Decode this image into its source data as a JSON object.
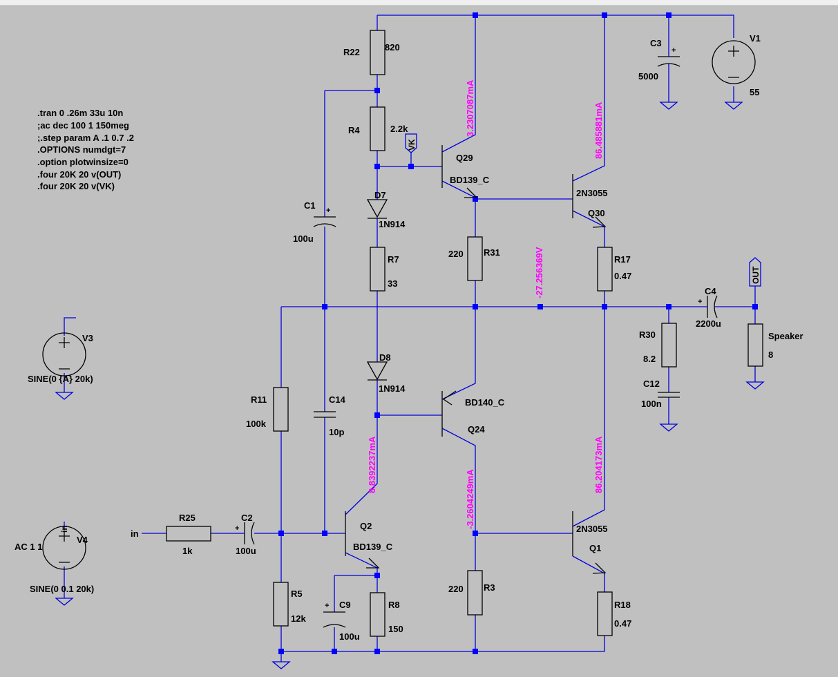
{
  "directives": [
    ".tran 0 .26m 33u 10n",
    ";ac dec 100 1 150meg",
    ";.step param A .1 0.7 .2",
    ".OPTIONS numdgt=7",
    ".option plotwinsize=0",
    ".four 20K 20 v(OUT)",
    ".four 20K 20 v(VK)"
  ],
  "components": {
    "R22": {
      "name": "R22",
      "value": "820"
    },
    "R4": {
      "name": "R4",
      "value": "2.2k"
    },
    "D7": {
      "name": "D7",
      "value": "1N914"
    },
    "R7": {
      "name": "R7",
      "value": "33"
    },
    "C1": {
      "name": "C1",
      "value": "100u"
    },
    "Q29": {
      "name": "Q29",
      "value": "BD139_C"
    },
    "R31": {
      "name": "R31",
      "value": "220"
    },
    "Q30": {
      "name": "Q30",
      "value": "2N3055"
    },
    "R17": {
      "name": "R17",
      "value": "0.47"
    },
    "C3": {
      "name": "C3",
      "value": "5000"
    },
    "V1": {
      "name": "V1",
      "value": "55"
    },
    "C4": {
      "name": "C4",
      "value": "2200u"
    },
    "Speaker": {
      "name": "Speaker",
      "value": "8"
    },
    "R30": {
      "name": "R30",
      "value": "8.2"
    },
    "C12": {
      "name": "C12",
      "value": "100n"
    },
    "V3": {
      "name": "V3",
      "value": "SINE(0 {A} 20k)"
    },
    "R11": {
      "name": "R11",
      "value": "100k"
    },
    "C14": {
      "name": "C14",
      "value": "10p"
    },
    "D8": {
      "name": "D8",
      "value": "1N914"
    },
    "Q24": {
      "name": "Q24",
      "value": "BD140_C"
    },
    "R25": {
      "name": "R25",
      "value": "1k"
    },
    "C2": {
      "name": "C2",
      "value": "100u"
    },
    "Q2": {
      "name": "Q2",
      "value": "BD139_C"
    },
    "R3": {
      "name": "R3",
      "value": "220"
    },
    "Q1": {
      "name": "Q1",
      "value": "2N3055"
    },
    "R18": {
      "name": "R18",
      "value": "0.47"
    },
    "V4": {
      "name": "V4",
      "ac": "AC 1 1",
      "value": "SINE(0 0.1 20k)"
    },
    "R5": {
      "name": "R5",
      "value": "12k"
    },
    "C9": {
      "name": "C9",
      "value": "100u"
    },
    "R8": {
      "name": "R8",
      "value": "150"
    }
  },
  "net_labels": {
    "vk": "VK",
    "out": "OUT",
    "in": "in",
    "v4_in": "in"
  },
  "measurements": {
    "q29_collector_current": "3.2307087mA",
    "q30_collector_current": "86.485881mA",
    "mid_node_voltage": "-27.256369V",
    "q2_collector_current": "8.8392237mA",
    "q24_collector_current": "-3.2604249mA",
    "q1_collector_current": "86.204173mA"
  },
  "colors": {
    "background": "#c0c0c0",
    "wire": "#0000dc",
    "junction": "#0000ff",
    "measurement": "#ff00ff"
  }
}
